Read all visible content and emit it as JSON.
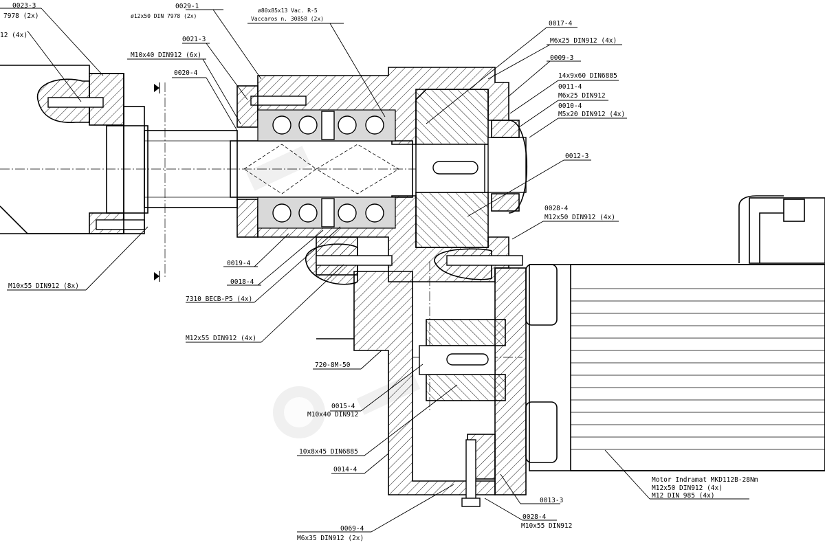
{
  "labels": {
    "l_0023_3": "0023-3",
    "l_7978_2x": "7978 (2x)",
    "l_12_4x": "12 (4x)",
    "l_0029_1": "0029-1",
    "l_d12x50_din7978": "ø12x50 DIN 7978 (2x)",
    "l_d80x85_vac": "ø80x85x13 Vac. R-5",
    "l_vaccaros": "Vaccaros n. 30858 (2x)",
    "l_0021_3": "0021-3",
    "l_m10x40_6x": "M10x40 DIN912 (6x)",
    "l_0020_4": "0020-4",
    "l_0017_4": "0017-4",
    "l_m6x25_4x": "M6x25 DIN912 (4x)",
    "l_0009_3": "0009-3",
    "l_14x9x60": "14x9x60 DIN6885",
    "l_0011_4": "0011-4",
    "l_m6x25_din912": "M6x25 DIN912",
    "l_0010_4": "0010-4",
    "l_m5x20_4x": "M5x20 DIN912 (4x)",
    "l_0012_3": "0012-3",
    "l_0028_4_top": "0028-4",
    "l_m12x50_4x": "M12x50 DIN912 (4x)",
    "l_0019_4": "0019-4",
    "l_0018_4": "0018-4",
    "l_7310": "7310 BECB-P5 (4x)",
    "l_m10x55_8x": "M10x55 DIN912 (8x)",
    "l_m12x55_4x": "M12x55 DIN912 (4x)",
    "l_720": "720-8M-50",
    "l_0015_4": "0015-4",
    "l_m10x40_din912": "M10x40 DIN912",
    "l_10x8x45": "10x8x45 DIN6885",
    "l_0014_4": "0014-4",
    "l_0013_3": "0013-3",
    "l_0028_4_bot": "0028-4",
    "l_m10x55_din912": "M10x55 DIN912",
    "l_0069_4": "0069-4",
    "l_m6x35_2x": "M6x35 DIN912 (2x)",
    "l_motor": "Motor Indramat MKD112B-28Nm",
    "l_m12x50_motor": "M12x50 DIN912 (4x)",
    "l_m12_din985": "M12 DIN 985 (4x)"
  },
  "colors": {
    "line": "#000000",
    "background": "#ffffff",
    "watermark": "#e6e6e6"
  }
}
